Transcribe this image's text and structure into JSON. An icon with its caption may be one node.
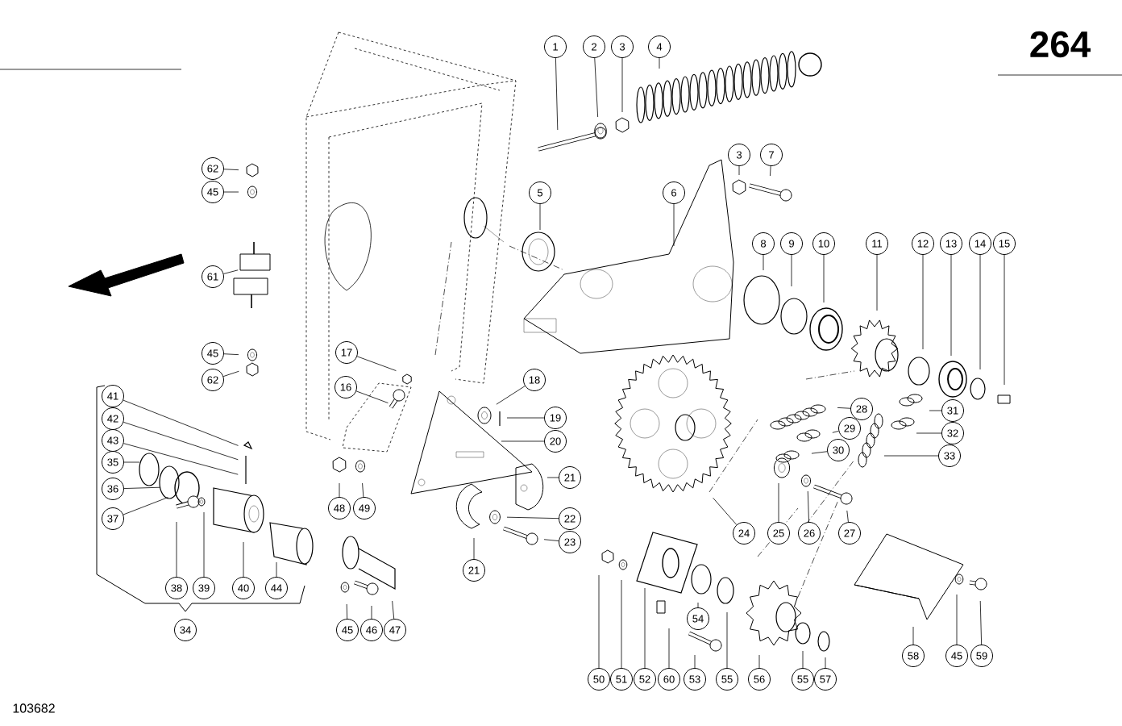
{
  "diagram": {
    "nodes": [
      {
        "text": [
          "1"
        ]
      },
      {
        "text": [
          "2"
        ]
      },
      {
        "text": [
          "3"
        ]
      },
      {
        "text": [
          "4"
        ]
      },
      {
        "text": [
          "3"
        ]
      },
      {
        "text": [
          "7"
        ]
      },
      {
        "text": [
          "62"
        ]
      },
      {
        "text": [
          "45"
        ]
      },
      {
        "text": [
          "5"
        ]
      },
      {
        "text": [
          "6"
        ]
      },
      {
        "text": [
          "61"
        ]
      },
      {
        "text": [
          "8"
        ]
      },
      {
        "text": [
          "9"
        ]
      },
      {
        "text": [
          "10"
        ]
      },
      {
        "text": [
          "11"
        ]
      },
      {
        "text": [
          "12"
        ]
      },
      {
        "text": [
          "13"
        ]
      },
      {
        "text": [
          "14"
        ]
      },
      {
        "text": [
          "15"
        ]
      },
      {
        "text": [
          "17"
        ]
      },
      {
        "text": [
          "45"
        ]
      },
      {
        "text": [
          "62"
        ]
      },
      {
        "text": [
          "18"
        ]
      },
      {
        "text": [
          "16"
        ]
      },
      {
        "text": [
          "41"
        ]
      },
      {
        "text": [
          "28"
        ]
      },
      {
        "text": [
          "31"
        ]
      },
      {
        "text": [
          "19"
        ]
      },
      {
        "text": [
          "42"
        ]
      },
      {
        "text": [
          "29"
        ]
      },
      {
        "text": [
          "32"
        ]
      },
      {
        "text": [
          "43"
        ]
      },
      {
        "text": [
          "20"
        ]
      },
      {
        "text": [
          "30"
        ]
      },
      {
        "text": [
          "33"
        ]
      },
      {
        "text": [
          "35"
        ]
      },
      {
        "text": [
          "21"
        ]
      },
      {
        "text": [
          "36"
        ]
      },
      {
        "text": [
          "48"
        ]
      },
      {
        "text": [
          "49"
        ]
      },
      {
        "text": [
          "22"
        ]
      },
      {
        "text": [
          "37"
        ]
      },
      {
        "text": [
          "24"
        ]
      },
      {
        "text": [
          "25"
        ]
      },
      {
        "text": [
          "26"
        ]
      },
      {
        "text": [
          "27"
        ]
      },
      {
        "text": [
          "23"
        ]
      },
      {
        "text": [
          "21"
        ]
      },
      {
        "text": [
          "38"
        ]
      },
      {
        "text": [
          "39"
        ]
      },
      {
        "text": [
          "40"
        ]
      },
      {
        "text": [
          "44"
        ]
      },
      {
        "text": [
          "54"
        ]
      },
      {
        "text": [
          "34"
        ]
      },
      {
        "text": [
          "45"
        ]
      },
      {
        "text": [
          "46"
        ]
      },
      {
        "text": [
          "47"
        ]
      },
      {
        "text": [
          "58"
        ]
      },
      {
        "text": [
          "45"
        ]
      },
      {
        "text": [
          "59"
        ]
      },
      {
        "text": [
          "50"
        ]
      },
      {
        "text": [
          "51"
        ]
      },
      {
        "text": [
          "52"
        ]
      },
      {
        "text": [
          "60"
        ]
      },
      {
        "text": [
          "53"
        ]
      },
      {
        "text": [
          "55"
        ]
      },
      {
        "text": [
          "56"
        ]
      },
      {
        "text": [
          "55"
        ]
      },
      {
        "text": [
          "57"
        ]
      }
    ],
    "edges": [
      {
        "from": 0,
        "to": null,
        "arrow": "none"
      },
      {
        "from": 1,
        "to": null,
        "arrow": "none"
      },
      {
        "from": 2,
        "to": null,
        "arrow": "none"
      },
      {
        "from": 3,
        "to": null,
        "arrow": "none"
      },
      {
        "from": 4,
        "to": null,
        "arrow": "none"
      },
      {
        "from": 5,
        "to": null,
        "arrow": "none"
      },
      {
        "from": 6,
        "to": null,
        "arrow": "none"
      },
      {
        "from": 7,
        "to": null,
        "arrow": "none"
      },
      {
        "from": 8,
        "to": null,
        "arrow": "none"
      },
      {
        "from": 9,
        "to": null,
        "arrow": "none"
      },
      {
        "from": 10,
        "to": null,
        "arrow": "none"
      },
      {
        "from": 11,
        "to": null,
        "arrow": "none"
      },
      {
        "from": 12,
        "to": null,
        "arrow": "none"
      },
      {
        "from": 13,
        "to": null,
        "arrow": "none"
      },
      {
        "from": 14,
        "to": null,
        "arrow": "none"
      },
      {
        "from": 15,
        "to": null,
        "arrow": "none"
      },
      {
        "from": 16,
        "to": null,
        "arrow": "none"
      },
      {
        "from": 17,
        "to": null,
        "arrow": "none"
      },
      {
        "from": 18,
        "to": null,
        "arrow": "none"
      },
      {
        "from": 19,
        "to": null,
        "arrow": "none"
      },
      {
        "from": 20,
        "to": null,
        "arrow": "none"
      },
      {
        "from": 21,
        "to": null,
        "arrow": "none"
      },
      {
        "from": 22,
        "to": null,
        "arrow": "none"
      },
      {
        "from": 23,
        "to": null,
        "arrow": "none"
      },
      {
        "from": 24,
        "to": null,
        "arrow": "none"
      },
      {
        "from": 25,
        "to": null,
        "arrow": "none"
      },
      {
        "from": 26,
        "to": null,
        "arrow": "none"
      },
      {
        "from": 27,
        "to": null,
        "arrow": "none"
      },
      {
        "from": 28,
        "to": null,
        "arrow": "none"
      },
      {
        "from": 29,
        "to": null,
        "arrow": "none"
      },
      {
        "from": 30,
        "to": null,
        "arrow": "none"
      },
      {
        "from": 31,
        "to": null,
        "arrow": "none"
      },
      {
        "from": 32,
        "to": null,
        "arrow": "none"
      },
      {
        "from": 33,
        "to": null,
        "arrow": "none"
      },
      {
        "from": 34,
        "to": null,
        "arrow": "none"
      },
      {
        "from": 35,
        "to": null,
        "arrow": "none"
      },
      {
        "from": 36,
        "to": null,
        "arrow": "none"
      },
      {
        "from": 37,
        "to": null,
        "arrow": "none"
      },
      {
        "from": 38,
        "to": null,
        "arrow": "none"
      },
      {
        "from": 39,
        "to": null,
        "arrow": "none"
      },
      {
        "from": 40,
        "to": null,
        "arrow": "none"
      },
      {
        "from": 41,
        "to": null,
        "arrow": "none"
      },
      {
        "from": 42,
        "to": null,
        "arrow": "none"
      },
      {
        "from": 43,
        "to": null,
        "arrow": "none"
      },
      {
        "from": 44,
        "to": null,
        "arrow": "none"
      },
      {
        "from": 45,
        "to": null,
        "arrow": "none"
      },
      {
        "from": 46,
        "to": null,
        "arrow": "none"
      },
      {
        "from": 47,
        "to": null,
        "arrow": "none"
      },
      {
        "from": 48,
        "to": null,
        "arrow": "none"
      },
      {
        "from": 49,
        "to": null,
        "arrow": "none"
      },
      {
        "from": 50,
        "to": null,
        "arrow": "none"
      },
      {
        "from": 51,
        "to": null,
        "arrow": "none"
      },
      {
        "from": 52,
        "to": null,
        "arrow": "none"
      },
      {
        "from": 54,
        "to": null,
        "arrow": "none"
      },
      {
        "from": 55,
        "to": null,
        "arrow": "none"
      },
      {
        "from": 56,
        "to": null,
        "arrow": "none"
      },
      {
        "from": 57,
        "to": null,
        "arrow": "none"
      },
      {
        "from": 58,
        "to": null,
        "arrow": "none"
      },
      {
        "from": 59,
        "to": null,
        "arrow": "none"
      },
      {
        "from": 60,
        "to": null,
        "arrow": "none"
      },
      {
        "from": 61,
        "to": null,
        "arrow": "none"
      },
      {
        "from": 62,
        "to": null,
        "arrow": "none"
      },
      {
        "from": 63,
        "to": null,
        "arrow": "none"
      },
      {
        "from": 64,
        "to": null,
        "arrow": "none"
      },
      {
        "from": 65,
        "to": null,
        "arrow": "none"
      },
      {
        "from": 66,
        "to": null,
        "arrow": "none"
      },
      {
        "from": 67,
        "to": null,
        "arrow": "none"
      },
      {
        "from": 68,
        "to": null,
        "arrow": "none"
      }
    ],
    "labels": [
      "264",
      "103682"
    ]
  }
}
